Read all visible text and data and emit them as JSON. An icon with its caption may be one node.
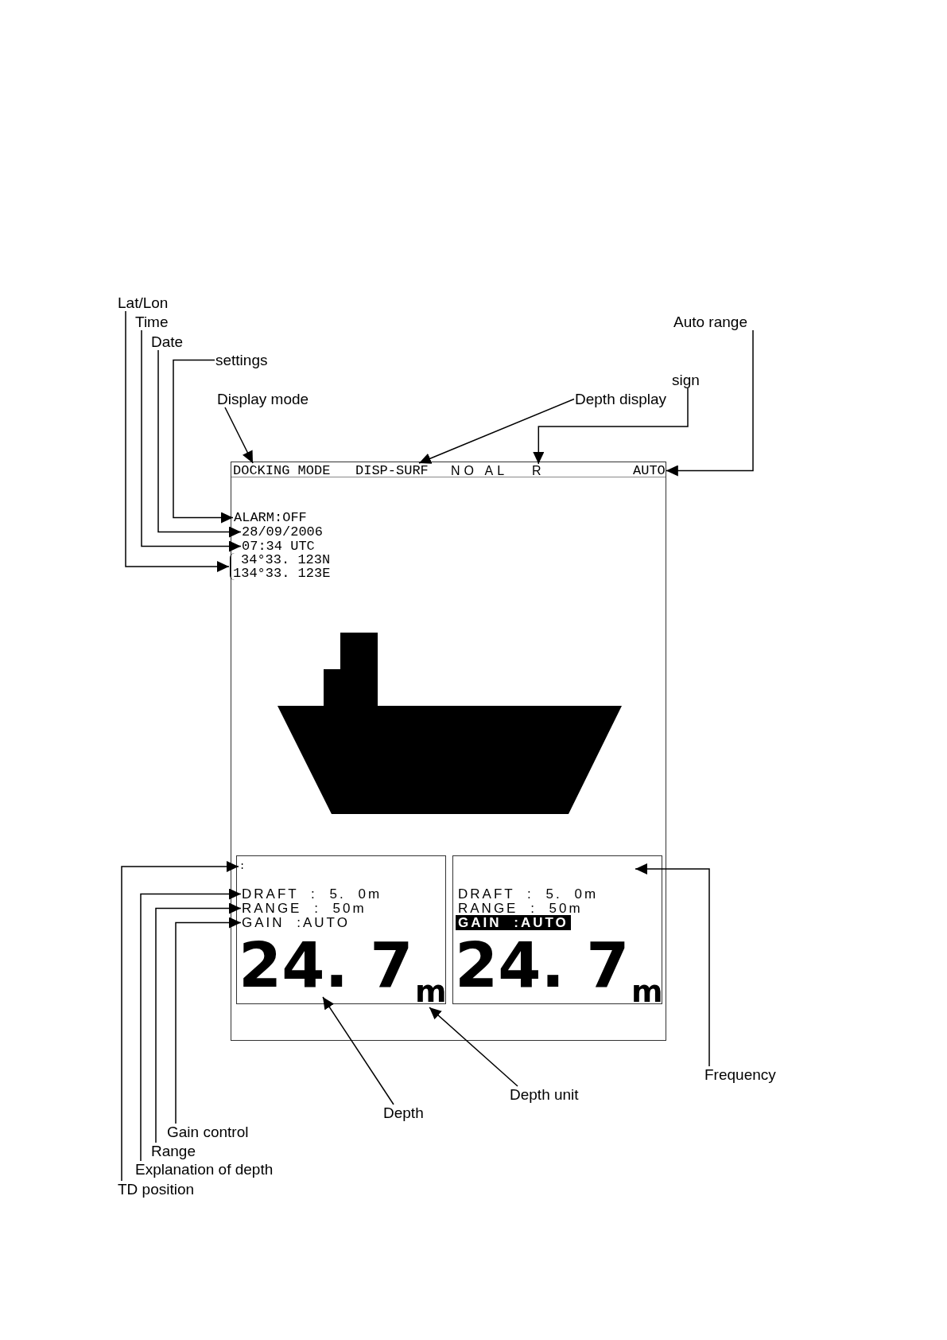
{
  "diagram": {
    "nodes": [
      {
        "text": [
          "Lat/Lon"
        ]
      },
      {
        "text": [
          "Time"
        ]
      },
      {
        "text": [
          "Date"
        ]
      },
      {
        "text": [
          "settings"
        ]
      },
      {
        "text": [
          "Display mode"
        ]
      },
      {
        "text": [
          "Auto range"
        ]
      },
      {
        "text": [
          "sign"
        ]
      },
      {
        "text": [
          "Depth display"
        ]
      },
      {
        "text": [],
        "shape": "box"
      },
      {
        "text": [
          "DOCKING MODE"
        ],
        "in": 8
      },
      {
        "text": [
          "DISP-SURF"
        ],
        "in": 8
      },
      {
        "text": [
          "R"
        ],
        "in": 8
      },
      {
        "text": [
          "AUTO"
        ],
        "in": 8
      },
      {
        "text": [
          "ALARM:OFF"
        ],
        "in": 8
      },
      {
        "text": [
          "28/09/2006"
        ],
        "in": 8
      },
      {
        "text": [
          "07:34 UTC"
        ],
        "in": 8
      },
      {
        "text": [
          "34°33. 123N",
          "134°33. 123E"
        ],
        "in": 8
      },
      {
        "text": [],
        "shape": "box",
        "in": 8
      },
      {
        "text": [
          ":"
        ],
        "in": 17
      },
      {
        "text": [
          "DRAFT : 5. 0m"
        ],
        "in": 17
      },
      {
        "text": [
          "RANGE : 50m"
        ],
        "in": 17
      },
      {
        "text": [
          "GAIN :AUTO"
        ],
        "in": 17
      },
      {
        "text": [
          "24. 7"
        ],
        "in": 17
      },
      {
        "text": [
          "m"
        ],
        "in": 17
      },
      {
        "text": [],
        "shape": "box",
        "in": 8
      },
      {
        "text": [
          "Frequency"
        ]
      },
      {
        "text": [
          "Depth unit"
        ]
      },
      {
        "text": [
          "Depth"
        ]
      },
      {
        "text": [
          "Gain control"
        ]
      },
      {
        "text": [
          "Range"
        ]
      },
      {
        "text": [
          "Explanation of depth"
        ]
      },
      {
        "text": [
          "TD position"
        ]
      }
    ],
    "edges": [
      {
        "from": 0,
        "to": 16,
        "arrow": "to"
      },
      {
        "from": 1,
        "to": 15,
        "arrow": "to"
      },
      {
        "from": 2,
        "to": 14,
        "arrow": "to"
      },
      {
        "from": 3,
        "to": 13,
        "arrow": "to"
      },
      {
        "from": 4,
        "to": 9,
        "arrow": "to"
      },
      {
        "from": 5,
        "to": 12,
        "arrow": "to"
      },
      {
        "from": 6,
        "to": 11,
        "arrow": "to"
      },
      {
        "from": 7,
        "to": 10,
        "arrow": "to"
      },
      {
        "from": 31,
        "to": 18,
        "arrow": "to"
      },
      {
        "from": 30,
        "to": 19,
        "arrow": "to"
      },
      {
        "from": 29,
        "to": 20,
        "arrow": "to"
      },
      {
        "from": 28,
        "to": 21,
        "arrow": "to"
      },
      {
        "from": 27,
        "to": 22,
        "arrow": "to"
      },
      {
        "from": 26,
        "to": 23,
        "arrow": "to"
      },
      {
        "from": 25,
        "to": 24,
        "arrow": "to"
      }
    ],
    "labels": [
      "NO AL",
      "DRAFT : 5. 0m",
      "RANGE : 50m",
      "GAIN :AUTO",
      "24. 7",
      "m"
    ]
  }
}
